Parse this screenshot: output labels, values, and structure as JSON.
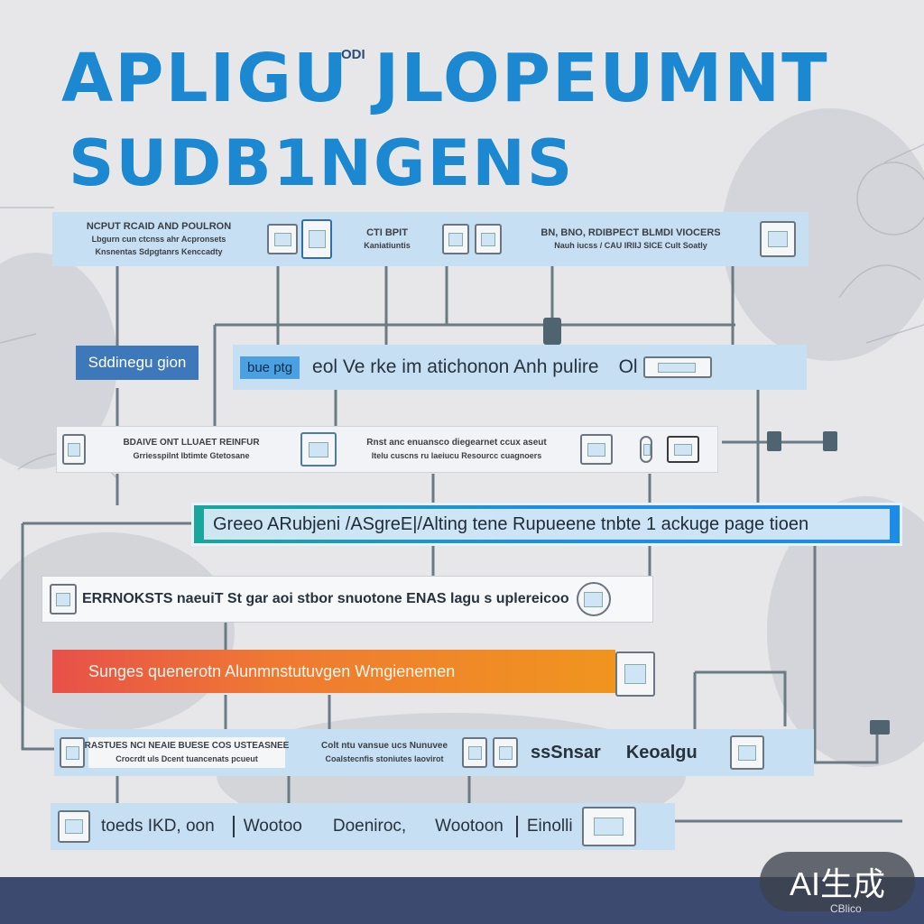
{
  "title": {
    "line1": "APLIGU JLOPEUMNT",
    "small": "ODI",
    "line2": "SUDB1NGENS"
  },
  "row1": {
    "a_line1": "NCPUT RCAID AND POULRON",
    "a_line2": "Lbgurn cun ctcnss ahr Acpronsets",
    "a_line3": "Knsnentas Sdpgtanrs   Kenccadty",
    "b_line1": "CTI  BPIT",
    "b_line2": "Kaniatiuntis",
    "c_line1": "BN, BNO, RDIBPECT BLMDI VIOCERS",
    "c_line2": "Nauh iucss / CAU IRIIJ   SICE Cult Soatly"
  },
  "row2": {
    "left_label": "Sddinegu gion",
    "inset_label": "bue ptg",
    "main_text": "eol Ve rke im atichonon  Anh pulire",
    "tail_text": "Ol"
  },
  "row3": {
    "a_line1": "BDAIVE ONT LLUAET REINFUR",
    "a_line2": "Grriesspilnt Ibtimte Gtetosane",
    "b_line1": "Rnst anc enuansco diegearnet ccux aseut",
    "b_line2": "Itelu cuscns ru laeiucu Resourcc cuagnoers"
  },
  "row4": {
    "text": "Greeo ARubjeni  /ASgreE|/Alting tene Rupueene tnbte 1 ackuge page tioen"
  },
  "row5": {
    "text": "ERRNOKSTS naeuiT St  gar aoi stbor  snuotone ENAS lagu s uplereicoo"
  },
  "row6": {
    "text": "Sunges quenerotn Alunmnstutuvgen Wmgienemen"
  },
  "row7": {
    "a_line1": "RASTUES NCI NEAIE BUESE COS USTEASNEE",
    "a_line2": "Crocrdt uls Dcent tuancenats pcueut",
    "b_line1": "Colt ntu vansue ucs Nunuvee",
    "b_line2": "Coalstecnfis stoniutes laovirot",
    "c_text": "ssSnsar",
    "d_text": "Keoalgu"
  },
  "row8": {
    "a": "toeds IKD, oon",
    "b": "Wootoo",
    "c": "Doeniroc,",
    "d": "Wootoon",
    "e": "Einolli"
  },
  "badge": {
    "label": "AI生成",
    "sub": "CBlico"
  },
  "colors": {
    "title_blue": "#1d88d2",
    "panel_blue": "#c6dff2",
    "panel_white": "#f4f6f8",
    "label_blue": "#3d78ba",
    "bar_teal": "#1aa69b",
    "bar_blue": "#1f8de3",
    "bar_red": "#e8504a",
    "bar_orange": "#f0951e",
    "connector": "#6b7b84",
    "footer": "#3b4a6e"
  }
}
